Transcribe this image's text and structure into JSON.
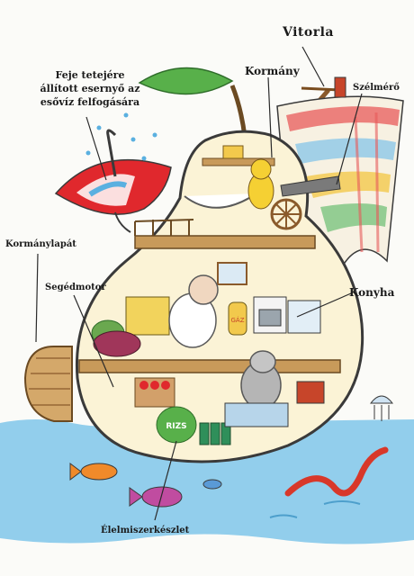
{
  "labels": {
    "vitorla": "Vitorla",
    "kormany": "Kormány",
    "szelmero": "Szélmérő",
    "umbrella_note": [
      "Feje tetejére",
      "állított esernyő az",
      "esővíz felfogására"
    ],
    "kormanylapat": "Kormánylapát",
    "segedmotor": "Segédmotor",
    "konyha": "Konyha",
    "elelmiszerkeszlet": "Élelmiszerkészlet"
  },
  "props": {
    "gas_label": "GÁZ",
    "rice_label": "RIZS"
  },
  "colors": {
    "sea": "#7fc6ea",
    "pear_outline": "#3a3a3a",
    "pear_fill": "#fbf3d6",
    "leaf": "#58b04a",
    "wood": "#c89a5a",
    "sail_stripe": "#e85a5a",
    "umbrella_red": "#e0282d"
  }
}
